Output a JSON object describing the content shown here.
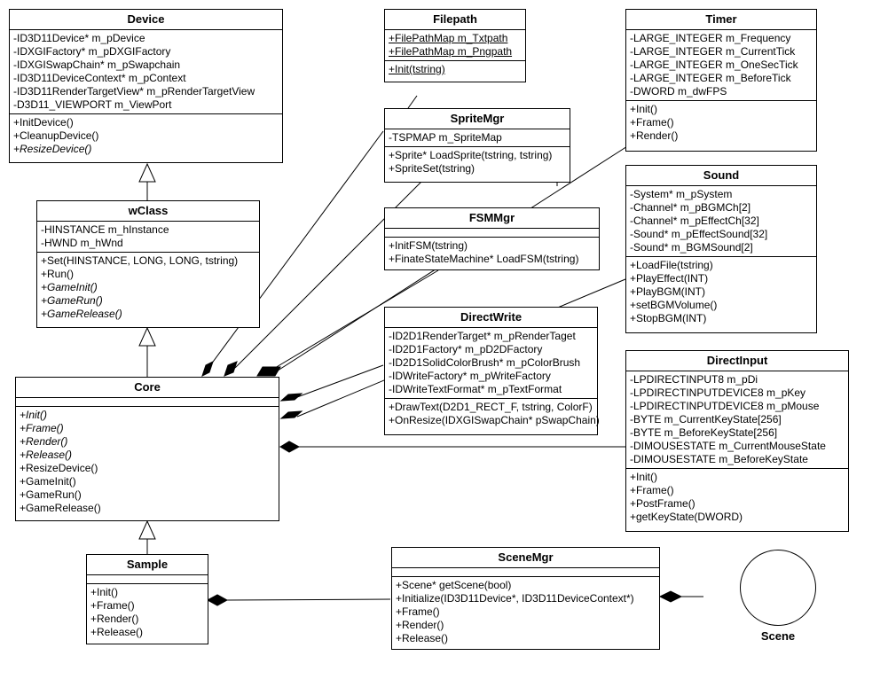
{
  "classes": {
    "device": {
      "name": "Device",
      "attrs": [
        "-ID3D11Device* m_pDevice",
        "-IDXGIFactory* m_pDXGIFactory",
        "-IDXGISwapChain* m_pSwapchain",
        "-ID3D11DeviceContext* m_pContext",
        "-ID3D11RenderTargetView* m_pRenderTargetView",
        "-D3D11_VIEWPORT m_ViewPort"
      ],
      "ops": [
        "+InitDevice()",
        "+CleanupDevice()",
        "+ResizeDevice()"
      ]
    },
    "filepath": {
      "name": "Filepath",
      "attrs": [
        "+FilePathMap m_Txtpath",
        "+FilePathMap m_Pngpath"
      ],
      "ops": [
        "+Init(tstring)"
      ]
    },
    "timer": {
      "name": "Timer",
      "attrs": [
        "-LARGE_INTEGER m_Frequency",
        "-LARGE_INTEGER m_CurrentTick",
        "-LARGE_INTEGER m_OneSecTick",
        "-LARGE_INTEGER m_BeforeTick",
        "-DWORD m_dwFPS"
      ],
      "ops": [
        "+Init()",
        "+Frame()",
        "+Render()"
      ]
    },
    "spritemgr": {
      "name": "SpriteMgr",
      "attrs": [
        "-TSPMAP m_SpriteMap"
      ],
      "ops": [
        "+Sprite* LoadSprite(tstring, tstring)",
        "+SpriteSet(tstring)"
      ]
    },
    "sound": {
      "name": "Sound",
      "attrs": [
        "-System* m_pSystem",
        "-Channel* m_pBGMCh[2]",
        "-Channel* m_pEffectCh[32]",
        "-Sound* m_pEffectSound[32]",
        "-Sound* m_BGMSound[2]"
      ],
      "ops": [
        "+LoadFile(tstring)",
        "+PlayEffect(INT)",
        "+PlayBGM(INT)",
        "+setBGMVolume()",
        "+StopBGM(INT)"
      ]
    },
    "wclass": {
      "name": "wClass",
      "attrs": [
        "-HINSTANCE m_hInstance",
        "-HWND m_hWnd"
      ],
      "ops": [
        "+Set(HINSTANCE, LONG, LONG, tstring)",
        "+Run()",
        "+GameInit()",
        "+GameRun()",
        "+GameRelease()"
      ]
    },
    "fsmmgr": {
      "name": "FSMMgr",
      "attrs": [],
      "ops": [
        "+InitFSM(tstring)",
        "+FinateStateMachine* LoadFSM(tstring)"
      ]
    },
    "directwrite": {
      "name": "DirectWrite",
      "attrs": [
        "-ID2D1RenderTarget* m_pRenderTaget",
        "-ID2D1Factory* m_pD2DFactory",
        "-ID2D1SolidColorBrush* m_pColorBrush",
        "-IDWriteFactory* m_pWriteFactory",
        "-IDWriteTextFormat* m_pTextFormat"
      ],
      "ops": [
        "+DrawText(D2D1_RECT_F, tstring, ColorF)",
        "+OnResize(IDXGISwapChain* pSwapChain)"
      ]
    },
    "directinput": {
      "name": "DirectInput",
      "attrs": [
        "-LPDIRECTINPUT8 m_pDi",
        "-LPDIRECTINPUTDEVICE8 m_pKey",
        "-LPDIRECTINPUTDEVICE8 m_pMouse",
        "-BYTE m_CurrentKeyState[256]",
        "-BYTE m_BeforeKeyState[256]",
        "-DIMOUSESTATE m_CurrentMouseState",
        "-DIMOUSESTATE m_BeforeKeyState"
      ],
      "ops": [
        "+Init()",
        "+Frame()",
        "+PostFrame()",
        "+getKeyState(DWORD)"
      ]
    },
    "core": {
      "name": "Core",
      "attrs": [],
      "ops": [
        "+Init()",
        "+Frame()",
        "+Render()",
        "+Release()",
        "+ResizeDevice()",
        "+GameInit()",
        "+GameRun()",
        "+GameRelease()"
      ]
    },
    "sample": {
      "name": "Sample",
      "attrs": [],
      "ops": [
        "+Init()",
        "+Frame()",
        "+Render()",
        "+Release()"
      ]
    },
    "scenemgr": {
      "name": "SceneMgr",
      "attrs": [],
      "ops": [
        "+Scene* getScene(bool)",
        "+Initialize(ID3D11Device*, ID3D11DeviceContext*)",
        "+Frame()",
        "+Render()",
        "+Release()"
      ]
    }
  },
  "scene": {
    "name": "Scene"
  }
}
